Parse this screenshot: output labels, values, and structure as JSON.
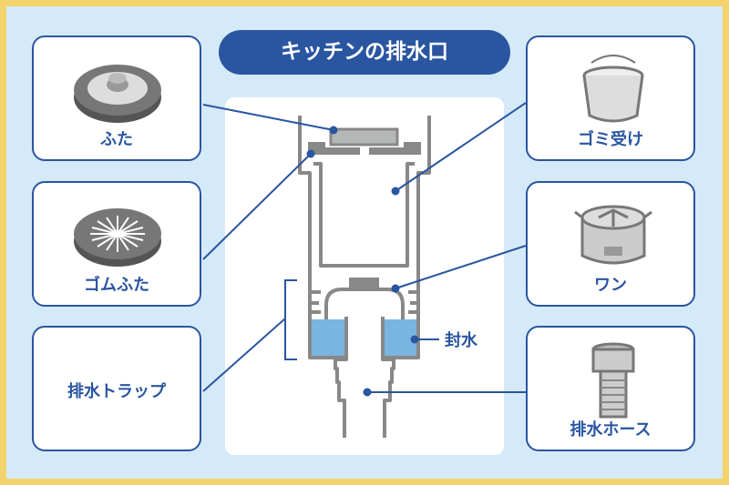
{
  "title": "キッチンの排水口",
  "parts": {
    "futa": "ふた",
    "gomu_futa": "ゴムふた",
    "trap": "排水トラップ",
    "gomi_uke": "ゴミ受け",
    "wan": "ワン",
    "hose": "排水ホース",
    "seal_water": "封水"
  },
  "colors": {
    "accent": "#2a55a0",
    "water": "#7ab5e0",
    "frame": "#f3d36b",
    "background": "#d5eaf8",
    "pipe": "#888888"
  }
}
